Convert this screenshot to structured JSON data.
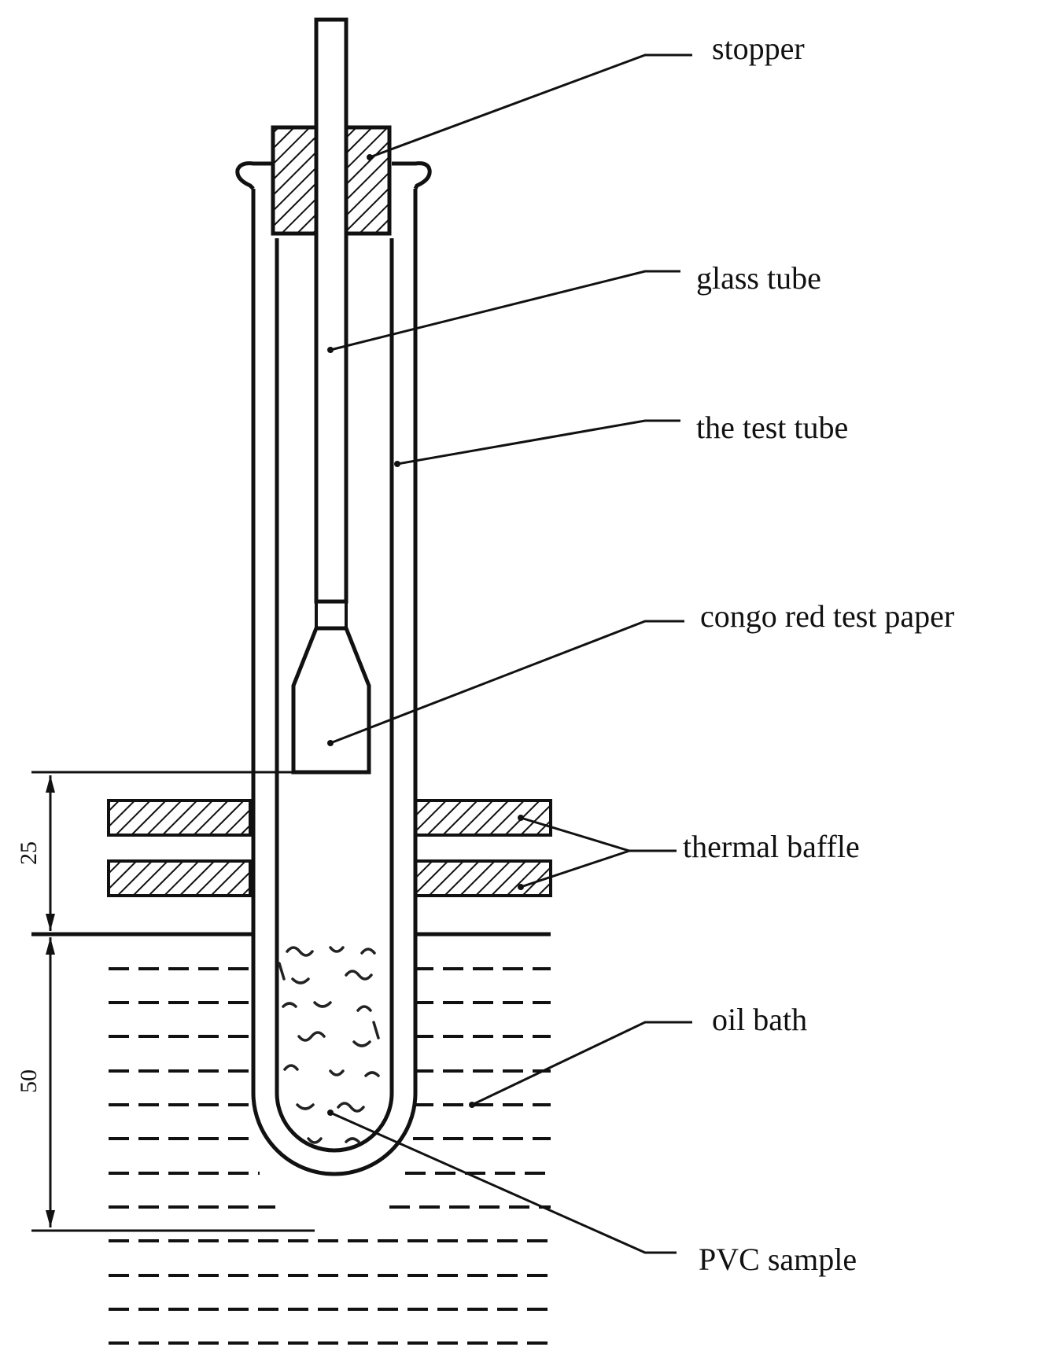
{
  "labels": {
    "stopper": "stopper",
    "glass_tube": "glass tube",
    "test_tube": "the test tube",
    "congo_red": "congo red test paper",
    "thermal_baffle": "thermal baffle",
    "oil_bath": "oil bath",
    "pvc_sample": "PVC sample"
  },
  "dimensions": {
    "upper": "25",
    "lower": "50"
  }
}
